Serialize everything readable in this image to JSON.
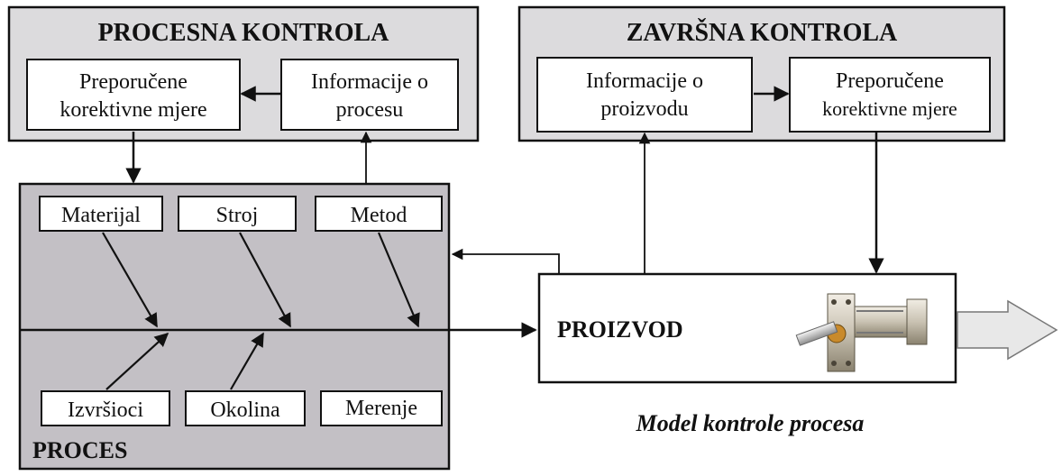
{
  "process_control": {
    "title": "PROCESNA KONTROLA",
    "recommended_line1": "Preporučene",
    "recommended_line2": "korektivne mjere",
    "info_line1": "Informacije o",
    "info_line2": "procesu"
  },
  "final_control": {
    "title": "ZAVRŠNA KONTROLA",
    "info_line1": "Informacije o",
    "info_line2": "proizvodu",
    "recommended_line1": "Preporučene",
    "recommended_line2": "korektivne mjere"
  },
  "process": {
    "title": "PROCES",
    "factors_top": [
      "Materijal",
      "Stroj",
      "Metod"
    ],
    "factors_bottom": [
      "Izvršioci",
      "Okolina",
      "Merenje"
    ]
  },
  "product": {
    "title": "PROIZVOD"
  },
  "caption": "Model kontrole procesa",
  "colors": {
    "panel_gray": "#dcdbdd",
    "process_gray": "#c3c0c5",
    "stroke": "#111111",
    "output_arrow": "#e8e8e8"
  }
}
